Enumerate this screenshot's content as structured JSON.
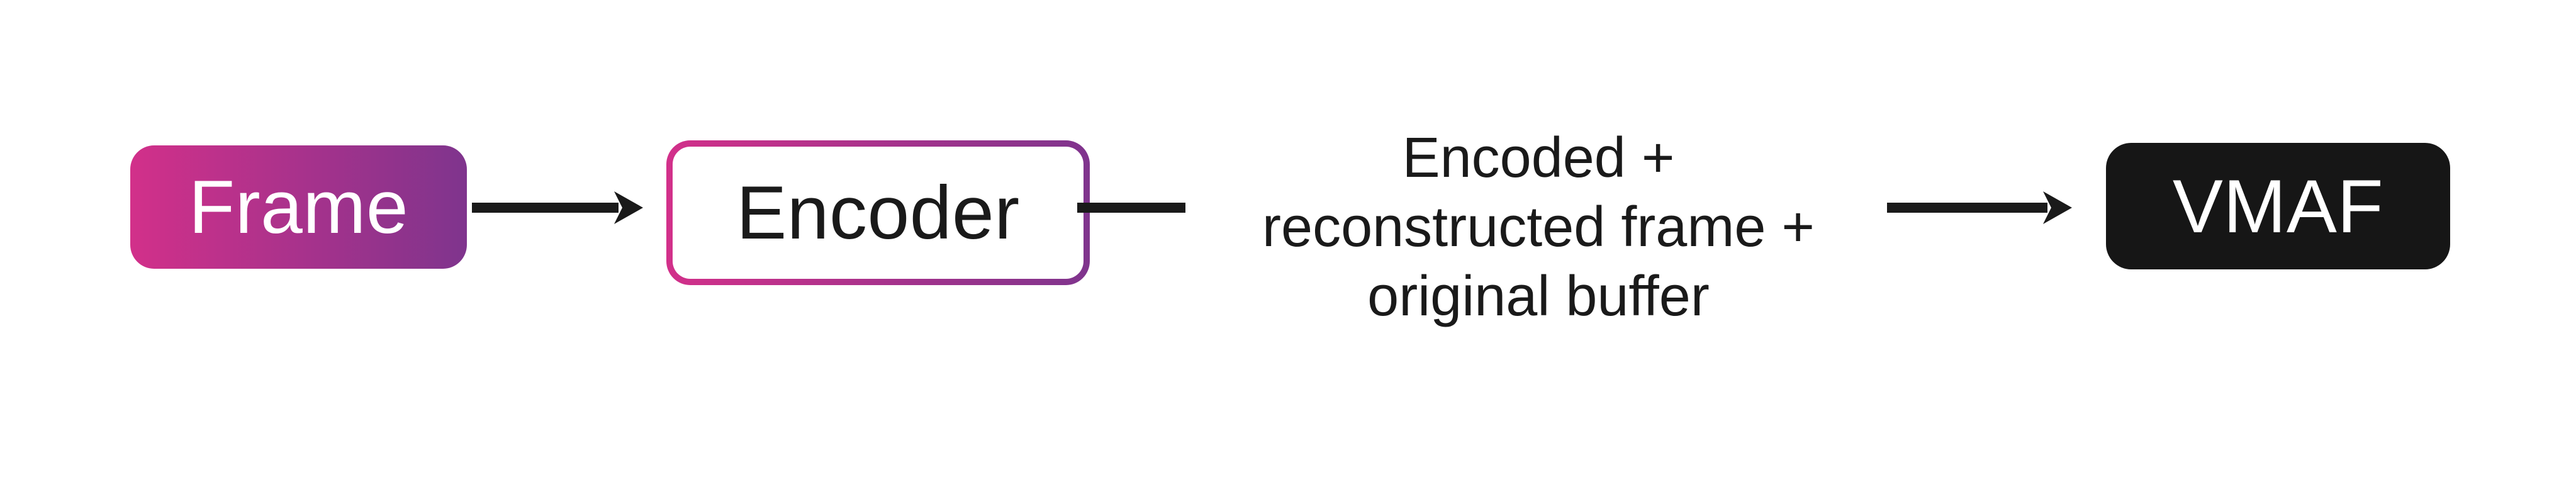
{
  "flow": {
    "nodes": [
      {
        "id": "frame",
        "label": "Frame",
        "style": "gradient-fill"
      },
      {
        "id": "encoder",
        "label": "Encoder",
        "style": "gradient-outline"
      },
      {
        "id": "vmaf",
        "label": "VMAF",
        "style": "solid-dark"
      }
    ],
    "edge_label_lines": [
      "Encoded +",
      "reconstructed frame +",
      "original buffer"
    ]
  },
  "colors": {
    "gradient_start": "#d2308a",
    "gradient_end": "#7f348d",
    "node_dark": "#161616",
    "ink": "#1a1a1a",
    "background": "#ffffff"
  }
}
